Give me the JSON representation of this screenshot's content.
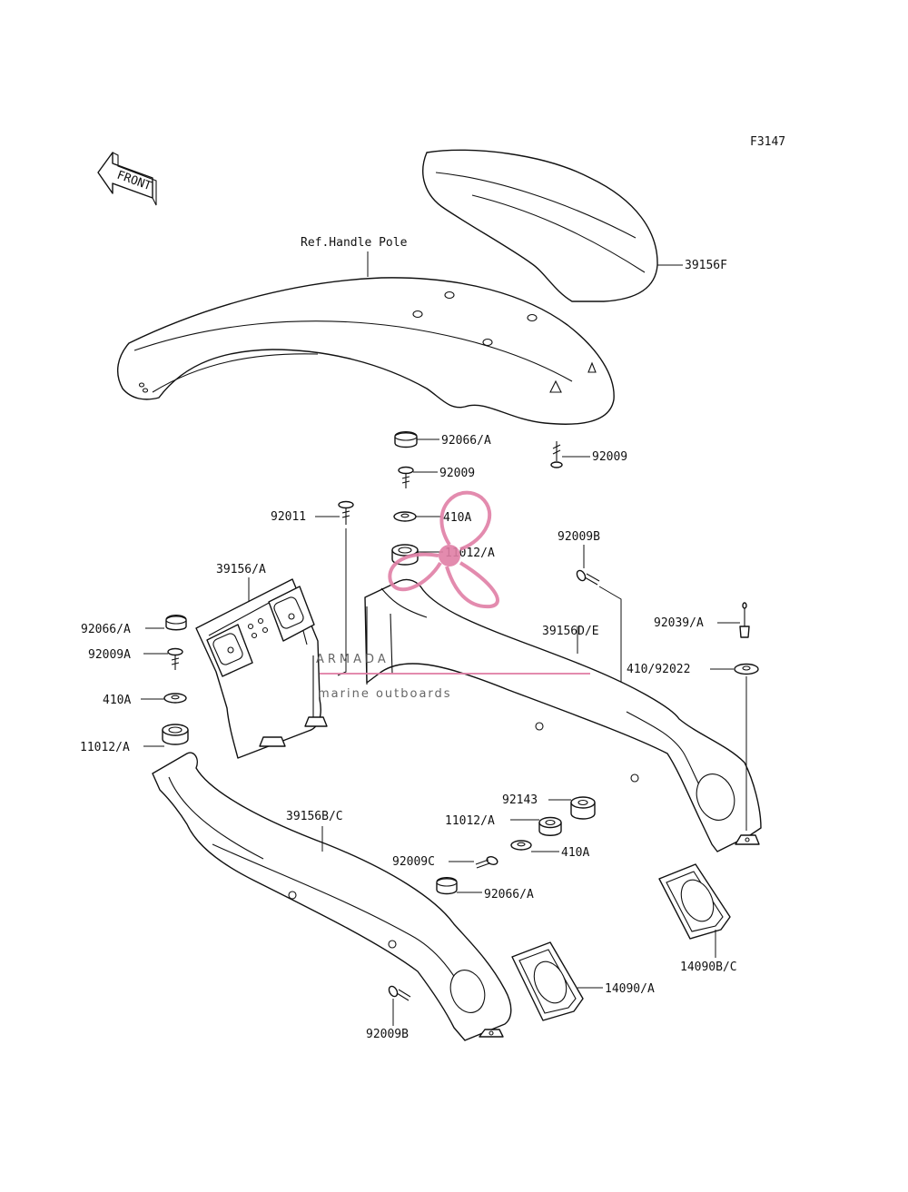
{
  "diagram": {
    "code": "F3147",
    "front_label": "FRONT",
    "ref_label": "Ref.Handle Pole",
    "callouts": {
      "c39156F": "39156F",
      "c92066A_top": "92066/A",
      "c92009_right": "92009",
      "c92009_mid": "92009",
      "c92011": "92011",
      "c410A_top": "410A",
      "c11012A_top": "11012/A",
      "c92009B_top": "92009B",
      "c39156A": "39156/A",
      "c92066A_left": "92066/A",
      "c92009A": "92009A",
      "c39156DE": "39156D/E",
      "c92039A": "92039/A",
      "c410_92022": "410/92022",
      "c410A_left": "410A",
      "c11012A_left": "11012/A",
      "c92143": "92143",
      "c39156BC": "39156B/C",
      "c11012A_low": "11012/A",
      "c410A_low": "410A",
      "c92009C": "92009C",
      "c92066A_low": "92066/A",
      "c14090BC": "14090B/C",
      "c14090A": "14090/A",
      "c92009B_bottom": "92009B"
    }
  },
  "watermark": {
    "brand": "ARMADA",
    "tagline": "marine outboards",
    "color": "#e07fa6"
  }
}
